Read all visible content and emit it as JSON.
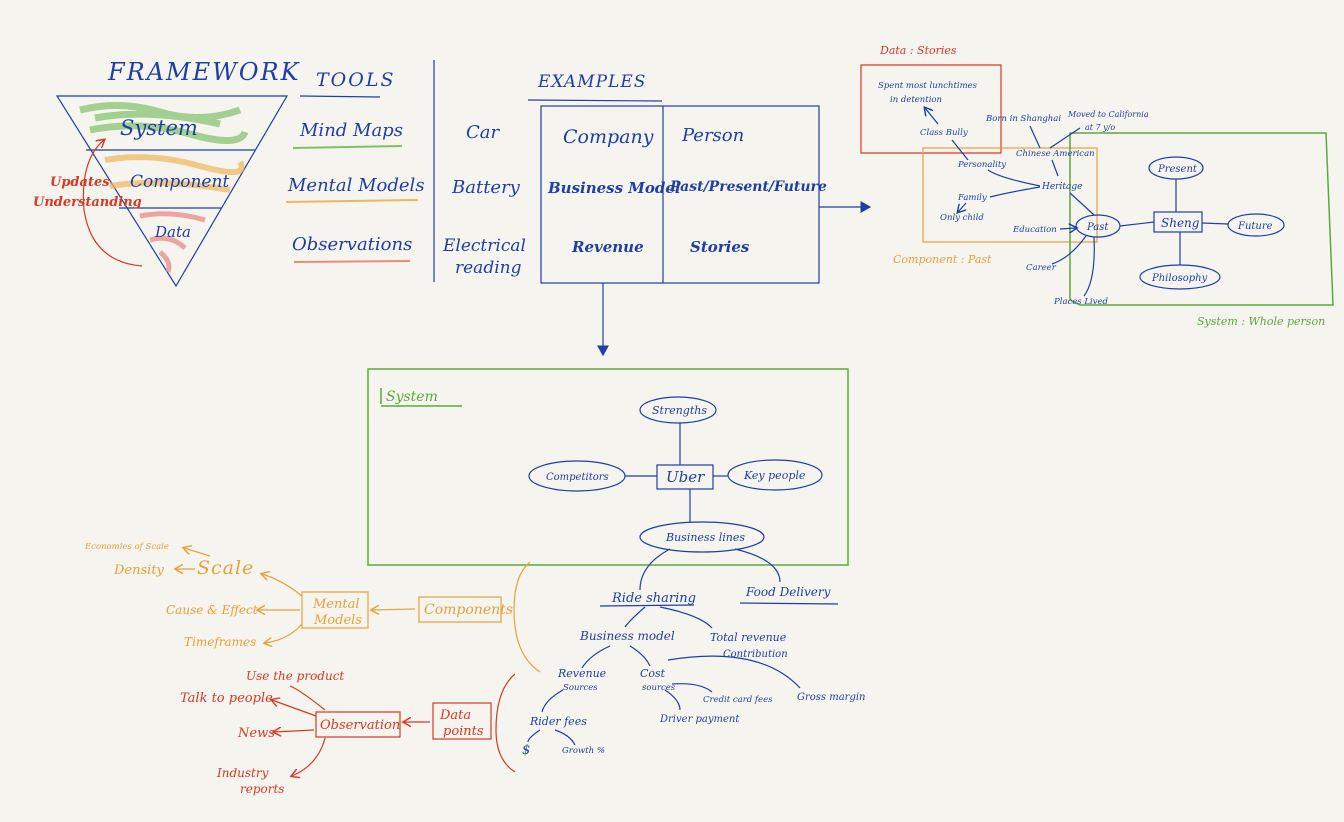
{
  "colors": {
    "blue": "#1f3fa6",
    "red": "#d83a25",
    "orange": "#e8a13a",
    "green": "#5aaa3c",
    "paper": "#f6f4ef"
  },
  "framework": {
    "title": "FRAMEWORK",
    "levels": [
      "System",
      "Component",
      "Data"
    ],
    "side_note": [
      "Updates",
      "Understanding"
    ]
  },
  "tools": {
    "header": "TOOLS",
    "items": [
      "Mind Maps",
      "Mental Models",
      "Observations"
    ],
    "car_examples": [
      "Car",
      "Battery",
      "Electrical",
      "reading"
    ]
  },
  "examples": {
    "header": "EXAMPLES",
    "company_col": [
      "Company",
      "Business Model",
      "Revenue"
    ],
    "person_col": [
      "Person",
      "Past/Present/Future",
      "Stories"
    ]
  },
  "person_map": {
    "data_label": "Data : Stories",
    "data_story": [
      "Spent most lunchtimes",
      "in detention"
    ],
    "center": "Sheng",
    "nodes": [
      "Present",
      "Future",
      "Philosophy",
      "Past"
    ],
    "past_children": [
      "Education",
      "Career",
      "Places Lived",
      "Heritage",
      "Personality",
      "Family",
      "Only child",
      "Chinese American",
      "Born in Shanghai",
      "Moved to California",
      "at 7 y/o",
      "Class Bully"
    ],
    "component_label": "Component : Past",
    "system_label": "System : Whole person"
  },
  "uber_map": {
    "system_label": "System",
    "center": "Uber",
    "nodes": [
      "Strengths",
      "Competitors",
      "Key people",
      "Business lines"
    ],
    "business_lines": [
      "Ride sharing",
      "Food Delivery"
    ],
    "ride_children": [
      "Business model",
      "Total revenue",
      "Contribution"
    ],
    "business_model": [
      "Revenue",
      "Sources",
      "Cost",
      "sources",
      "Gross margin",
      "Credit card fees",
      "Driver payment"
    ],
    "revenue_children": [
      "Rider fees",
      "$",
      "Growth %"
    ]
  },
  "components_branch": {
    "components": "Components",
    "mental_models": [
      "Mental",
      "Models"
    ],
    "scale": "Scale",
    "scale_children": [
      "Economies of Scale",
      "Density"
    ],
    "other": [
      "Cause & Effect",
      "Timeframes"
    ]
  },
  "data_branch": {
    "data_points": [
      "Data",
      "points"
    ],
    "observation": "Observation",
    "children": [
      "Use the product",
      "Talk to people",
      "News",
      "Industry",
      "reports"
    ]
  }
}
